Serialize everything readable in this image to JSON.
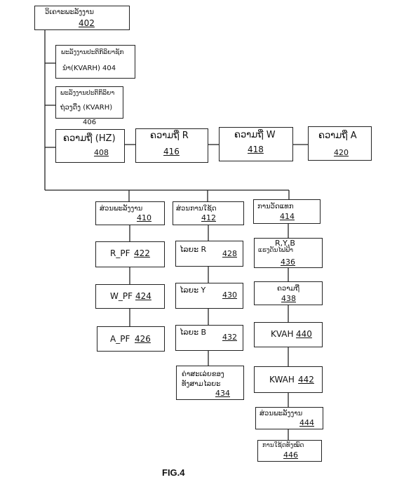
{
  "figure_label": "FIG.4",
  "top": {
    "title": "ວິເຄາະພະລັງງານ",
    "num": "402"
  },
  "left_boxes": {
    "b404": {
      "line1": "ພະລັງງານປະຕິກິລິຍາຊັກ",
      "line2": "ນຳ(KVARH) 404"
    },
    "b406": {
      "line1": "ພະລັງງານປະຕິກິລິຍາ",
      "line2": "ຖ່ວງດຶງ (KVARH)",
      "num": "406"
    }
  },
  "freq_row": [
    {
      "label": "ຄວາມຖີ່ (HZ)",
      "num": "408"
    },
    {
      "label": "ຄວາມຖີ່ R",
      "num": "416"
    },
    {
      "label": "ຄວາມຖີ່ W",
      "num": "418"
    },
    {
      "label": "ຄວາມຖີ່ A",
      "num": "420"
    }
  ],
  "columns": {
    "power": {
      "header": {
        "label": "ສ່ວນພະລັງງານ",
        "num": "410"
      },
      "items": [
        {
          "label": "R_PF",
          "num": "422"
        },
        {
          "label": "W_PF",
          "num": "424"
        },
        {
          "label": "A_PF",
          "num": "426"
        }
      ]
    },
    "usage": {
      "header": {
        "label": "ສ່ວນການໃຊ້ດ",
        "num": "412"
      },
      "items": [
        {
          "label": "ໄລຍະ R",
          "num": "428"
        },
        {
          "label": "ໄລຍະ Y",
          "num": "430"
        },
        {
          "label": "ໄລຍະ B",
          "num": "432"
        },
        {
          "line1": "ຄ່າສະເລ່ຍຂອງ",
          "line2": "ທັງສາມໄລຍະ",
          "num": "434"
        }
      ]
    },
    "display": {
      "header": {
        "label": "ການວັດແທກ",
        "num": "414"
      },
      "items": [
        {
          "line1": "R,Y,B",
          "line2": "ແຮງດັນໄຟຟ້າ",
          "num": "436"
        },
        {
          "label": "ຄວາມຖີ່",
          "num": "438"
        },
        {
          "label": "KVAH",
          "num": "440"
        },
        {
          "label": "KWAH",
          "num": "442"
        },
        {
          "label": "ສ່ວນພະລັງງານ",
          "num": "444"
        },
        {
          "label": "ການໃຊ້ດທັງໝົດ",
          "num": "446"
        }
      ]
    }
  }
}
